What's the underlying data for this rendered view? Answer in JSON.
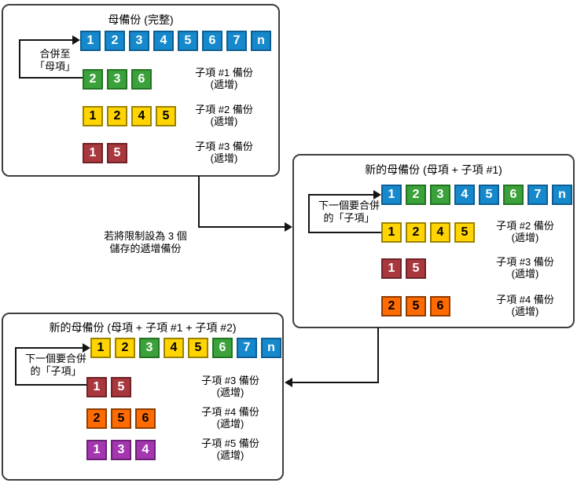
{
  "colors": {
    "blue": {
      "fill": "#1689CC",
      "border": "#0E5E93",
      "text": "#FFFFFF"
    },
    "green": {
      "fill": "#3BA23B",
      "border": "#237323",
      "text": "#FFFFFF"
    },
    "yellow": {
      "fill": "#FFD400",
      "border": "#9B8300",
      "text": "#000000"
    },
    "red": {
      "fill": "#A9383E",
      "border": "#702227",
      "text": "#FFFFFF"
    },
    "orange": {
      "fill": "#FF6B00",
      "border": "#8F3D00",
      "text": "#000000"
    },
    "purple": {
      "fill": "#A436B0",
      "border": "#6C2176",
      "text": "#FFFFFF"
    }
  },
  "note": {
    "line1": "若將限制設為 3 個",
    "line2": "儲存的遞增備份"
  },
  "panels": [
    {
      "title": "母備份 (完整)",
      "bracket": {
        "line1": "合併至",
        "line2": "「母項」"
      },
      "rows": [
        {
          "squares": [
            {
              "n": "1",
              "color": "blue"
            },
            {
              "n": "2",
              "color": "blue"
            },
            {
              "n": "3",
              "color": "blue"
            },
            {
              "n": "4",
              "color": "blue"
            },
            {
              "n": "5",
              "color": "blue"
            },
            {
              "n": "6",
              "color": "blue"
            },
            {
              "n": "7",
              "color": "blue"
            },
            {
              "n": "n",
              "color": "blue"
            }
          ]
        },
        {
          "squares": [
            {
              "n": "2",
              "color": "green"
            },
            {
              "n": "3",
              "color": "green"
            },
            {
              "n": "6",
              "color": "green"
            }
          ],
          "label1": "子項 #1 備份",
          "label2": "(遞增)"
        },
        {
          "squares": [
            {
              "n": "1",
              "color": "yellow"
            },
            {
              "n": "2",
              "color": "yellow"
            },
            {
              "n": "4",
              "color": "yellow"
            },
            {
              "n": "5",
              "color": "yellow"
            }
          ],
          "label1": "子項 #2 備份",
          "label2": "(遞增)"
        },
        {
          "squares": [
            {
              "n": "1",
              "color": "red"
            },
            {
              "n": "5",
              "color": "red"
            }
          ],
          "label1": "子項 #3 備份",
          "label2": "(遞增)"
        }
      ]
    },
    {
      "title": "新的母備份 (母項 + 子項 #1)",
      "bracket": {
        "line1": "下一個要合併",
        "line2": "的「子項」"
      },
      "rows": [
        {
          "squares": [
            {
              "n": "1",
              "color": "blue"
            },
            {
              "n": "2",
              "color": "green"
            },
            {
              "n": "3",
              "color": "green"
            },
            {
              "n": "4",
              "color": "blue"
            },
            {
              "n": "5",
              "color": "blue"
            },
            {
              "n": "6",
              "color": "green"
            },
            {
              "n": "7",
              "color": "blue"
            },
            {
              "n": "n",
              "color": "blue"
            }
          ]
        },
        {
          "squares": [
            {
              "n": "1",
              "color": "yellow"
            },
            {
              "n": "2",
              "color": "yellow"
            },
            {
              "n": "4",
              "color": "yellow"
            },
            {
              "n": "5",
              "color": "yellow"
            }
          ],
          "label1": "子項 #2 備份",
          "label2": "(遞增)"
        },
        {
          "squares": [
            {
              "n": "1",
              "color": "red"
            },
            {
              "n": "5",
              "color": "red"
            }
          ],
          "label1": "子項 #3 備份",
          "label2": "(遞增)"
        },
        {
          "squares": [
            {
              "n": "2",
              "color": "orange"
            },
            {
              "n": "5",
              "color": "orange"
            },
            {
              "n": "6",
              "color": "orange"
            }
          ],
          "label1": "子項 #4 備份",
          "label2": "(遞增)"
        }
      ]
    },
    {
      "title": "新的母備份 (母項 + 子項 #1 + 子項 #2)",
      "bracket": {
        "line1": "下一個要合併",
        "line2": "的「子項」"
      },
      "rows": [
        {
          "squares": [
            {
              "n": "1",
              "color": "yellow"
            },
            {
              "n": "2",
              "color": "yellow"
            },
            {
              "n": "3",
              "color": "green"
            },
            {
              "n": "4",
              "color": "yellow"
            },
            {
              "n": "5",
              "color": "yellow"
            },
            {
              "n": "6",
              "color": "green"
            },
            {
              "n": "7",
              "color": "blue"
            },
            {
              "n": "n",
              "color": "blue"
            }
          ]
        },
        {
          "squares": [
            {
              "n": "1",
              "color": "red"
            },
            {
              "n": "5",
              "color": "red"
            }
          ],
          "label1": "子項 #3 備份",
          "label2": "(遞增)"
        },
        {
          "squares": [
            {
              "n": "2",
              "color": "orange"
            },
            {
              "n": "5",
              "color": "orange"
            },
            {
              "n": "6",
              "color": "orange"
            }
          ],
          "label1": "子項 #4 備份",
          "label2": "(遞增)"
        },
        {
          "squares": [
            {
              "n": "1",
              "color": "purple"
            },
            {
              "n": "3",
              "color": "purple"
            },
            {
              "n": "4",
              "color": "purple"
            }
          ],
          "label1": "子項 #5 備份",
          "label2": "(遞增)"
        }
      ]
    }
  ]
}
